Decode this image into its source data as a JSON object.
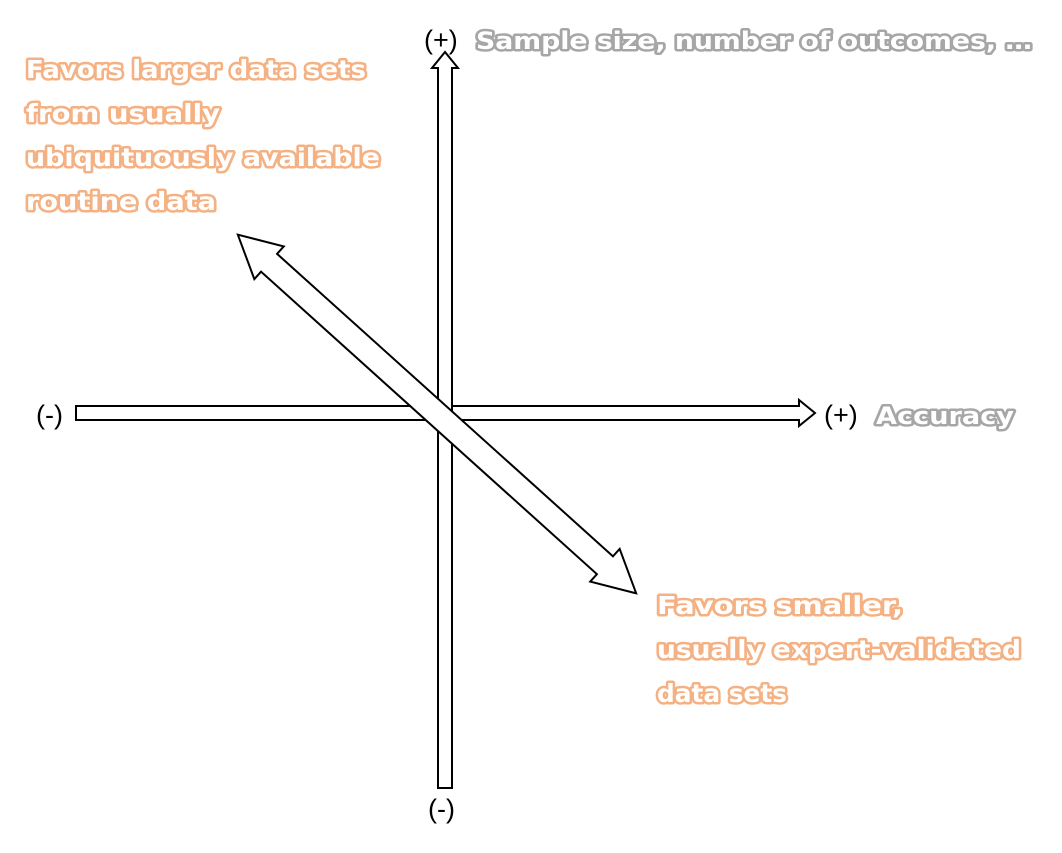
{
  "colors": {
    "background": "#ffffff",
    "arrow_outline": "#000000",
    "arrow_fill": "#ffffff",
    "sign_text": "#000000",
    "axis_title_fill": "#ffffff",
    "axis_title_outline": "#a6a6a6",
    "note_fill": "#ffffff",
    "note_outline": "#f4b183"
  },
  "vertical_axis": {
    "title": "Sample size, number of outcomes, …",
    "positive_label": "(+)",
    "negative_label": "(-)"
  },
  "horizontal_axis": {
    "title": "Accuracy",
    "positive_label": "(+)",
    "negative_label": "(-)"
  },
  "tradeoff_arrow": {
    "upper_left_note": [
      "Favors larger data sets",
      "from usually",
      "ubiquituously available",
      "routine data"
    ],
    "lower_right_note": [
      "Favors smaller,",
      "usually expert-validated",
      "data sets"
    ]
  }
}
